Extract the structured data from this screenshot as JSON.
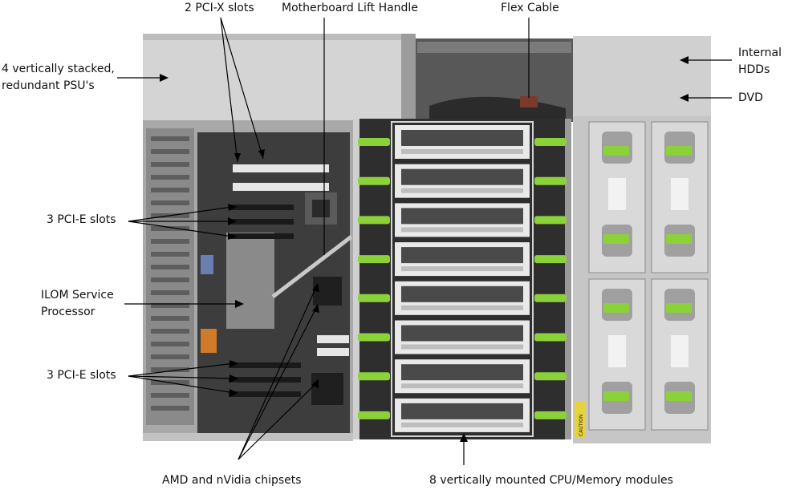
{
  "labels": {
    "pcix_slots": "2 PCI-X slots",
    "lift_handle": "Motherboard Lift Handle",
    "flex_cable": "Flex Cable",
    "psu": [
      "4 vertically stacked,",
      "redundant PSU's"
    ],
    "hdd": [
      "Internal",
      "HDDs"
    ],
    "dvd": "DVD",
    "pcie_upper": "3 PCI-E slots",
    "ilom": [
      "ILOM Service",
      "Processor"
    ],
    "pcie_lower": "3 PCI-E slots",
    "chipsets": "AMD and nVidia chipsets",
    "modules": "8 vertically mounted CPU/Memory modules"
  },
  "caution_label": "CAUTION",
  "components": {
    "memory_module_count": 8,
    "drive_bays": 4
  },
  "colors": {
    "latch_green": "#8bd13a",
    "chassis_gray": "#b9b9b9",
    "board_dark": "#3a3a3a",
    "caution_yellow": "#e8d23a"
  }
}
